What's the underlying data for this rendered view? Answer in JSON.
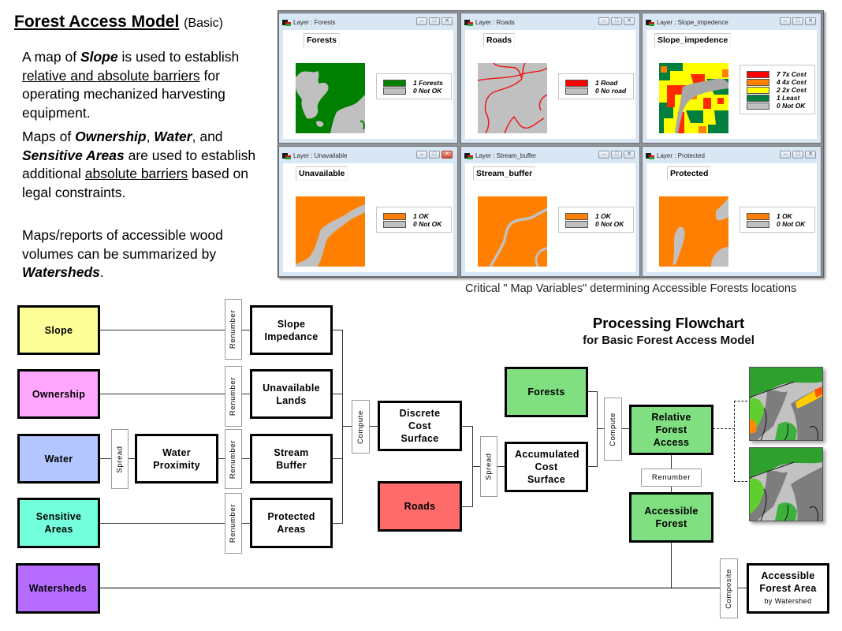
{
  "intro": {
    "title": "Forest Access Model",
    "title_suffix": "(Basic)",
    "p1": {
      "t1": "A  map of ",
      "em1": "Slope",
      "t2": " is used to establish ",
      "u1": "relative and absolute barriers",
      "t3": " for operating mechanized harvesting equipment."
    },
    "p2": {
      "t1": "Maps of ",
      "em1": "Ownership",
      "t2": ", ",
      "em2": "Water",
      "t3": ", and ",
      "em3": "Sensitive Areas",
      "t4": " are used to establish additional ",
      "u1": "absolute barriers",
      "t5": " based on legal constraints."
    },
    "p3": {
      "t1": "Maps/reports of accessible wood volumes can be summarized by ",
      "em1": "Watersheds",
      "t2": "."
    }
  },
  "map_windows": [
    {
      "title": "Layer : Forests",
      "layer": "Forests",
      "close_active": false,
      "legend": [
        {
          "label": "1 Forests",
          "color": "#007f00"
        },
        {
          "label": "0 Not OK",
          "color": "#c0c0c0"
        }
      ]
    },
    {
      "title": "Layer : Roads",
      "layer": "Roads",
      "close_active": false,
      "legend": [
        {
          "label": "1 Road",
          "color": "#ff0000"
        },
        {
          "label": "0 No road",
          "color": "#c0c0c0"
        }
      ]
    },
    {
      "title": "Layer : Slope_impedence",
      "layer": "Slope_impedence",
      "close_active": false,
      "legend": [
        {
          "label": "7 7x Cost",
          "color": "#ff0000"
        },
        {
          "label": "4 4x Cost",
          "color": "#ff8000"
        },
        {
          "label": "2 2x Cost",
          "color": "#ffff00"
        },
        {
          "label": "1 Least",
          "color": "#007f3f"
        },
        {
          "label": "0 Not OK",
          "color": "#c0c0c0"
        }
      ]
    },
    {
      "title": "Layer : Unavailable",
      "layer": "Unavailable",
      "close_active": true,
      "legend": [
        {
          "label": "1 OK",
          "color": "#ff8000"
        },
        {
          "label": "0 Not OK",
          "color": "#c0c0c0"
        }
      ]
    },
    {
      "title": "Layer : Stream_buffer",
      "layer": "Stream_buffer",
      "close_active": false,
      "legend": [
        {
          "label": "1 OK",
          "color": "#ff8000"
        },
        {
          "label": "0 Not OK",
          "color": "#c0c0c0"
        }
      ]
    },
    {
      "title": "Layer : Protected",
      "layer": "Protected",
      "close_active": false,
      "legend": [
        {
          "label": "1 OK",
          "color": "#ff8000"
        },
        {
          "label": "0 Not OK",
          "color": "#c0c0c0"
        }
      ]
    }
  ],
  "window_buttons": {
    "minimize": "–",
    "maximize": "□",
    "close": "✕"
  },
  "caption": "Critical \" Map Variables\" determining Accessible Forests locations",
  "flowchart": {
    "title": "Processing Flowchart",
    "subtitle": "for Basic Forest Access Model",
    "inputs": {
      "slope": {
        "label": "Slope",
        "color": "#ffff99"
      },
      "ownership": {
        "label": "Ownership",
        "color": "#ffa6ff"
      },
      "water": {
        "label": "Water",
        "color": "#b3c6ff"
      },
      "sensitive": {
        "label": "Sensitive Areas",
        "color": "#73ffdc"
      },
      "watersheds": {
        "label": "Watersheds",
        "color": "#b66dff"
      },
      "forests": {
        "label": "Forests",
        "color": "#80df80"
      },
      "roads": {
        "label": "Roads",
        "color": "#ff6b6b"
      }
    },
    "derived": {
      "slope_impedance": "Slope Impedance",
      "unavailable_lands": "Unavailable Lands",
      "water_proximity": "Water Proximity",
      "stream_buffer": "Stream Buffer",
      "protected_areas": "Protected Areas",
      "discrete_cost": "Discrete Cost Surface",
      "accumulated_cost": "Accumulated Cost Surface",
      "relative_access": "Relative Forest Access",
      "accessible_forest": "Accessible Forest",
      "final_title": "Accessible Forest Area",
      "final_sub": "by Watershed"
    },
    "derived_green": "#80df80",
    "operations": {
      "renumber": "Renumber",
      "spread": "Spread",
      "compute": "Compute",
      "composite": "Composite"
    }
  }
}
